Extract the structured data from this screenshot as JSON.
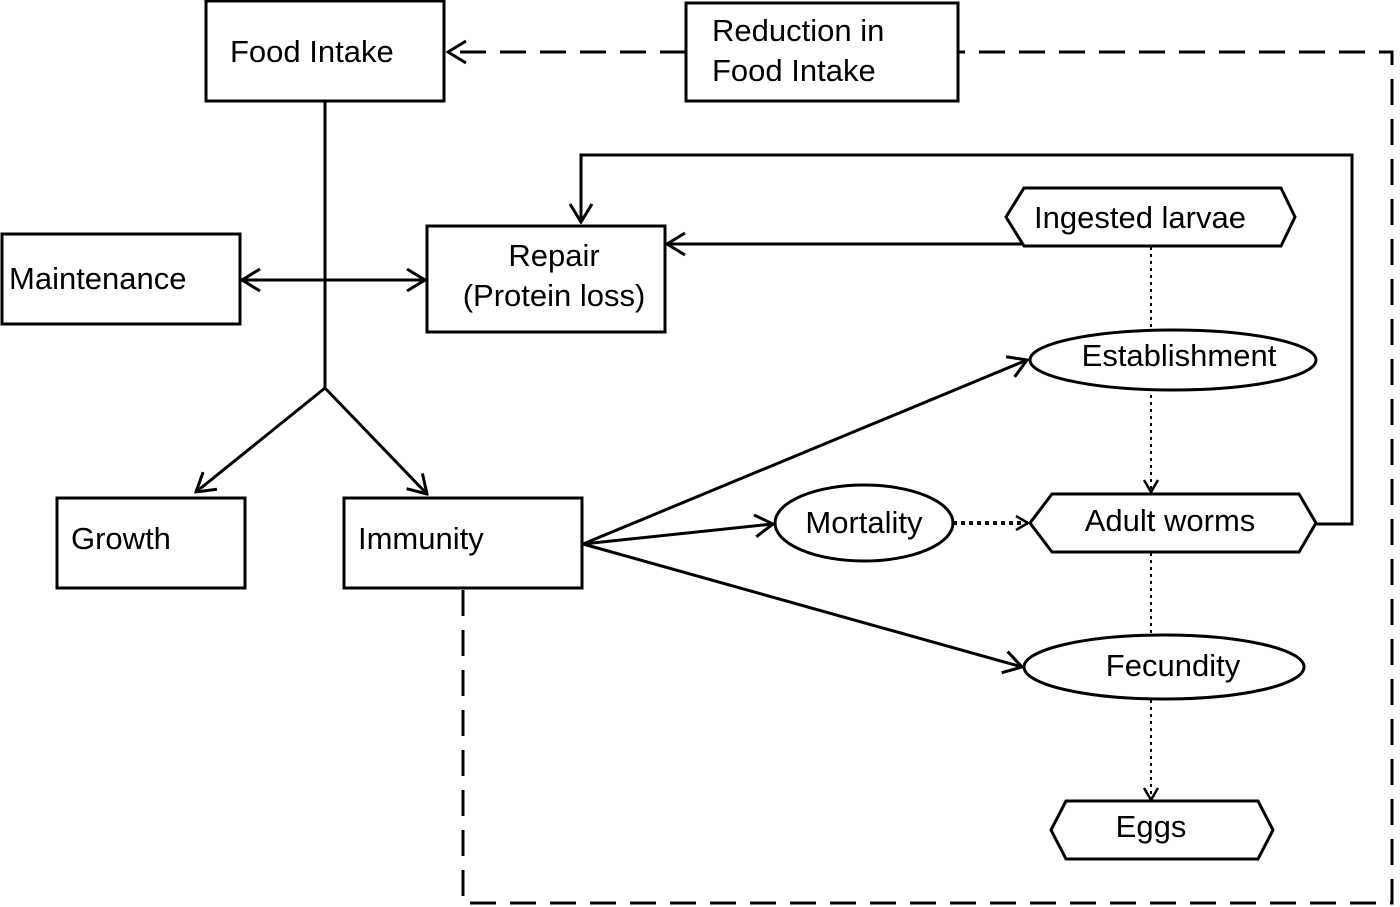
{
  "nodes": {
    "food_intake": "Food Intake",
    "reduction_line1": "Reduction in",
    "reduction_line2": "Food Intake",
    "maintenance": "Maintenance",
    "repair_line1": "Repair",
    "repair_line2": "(Protein loss)",
    "growth": "Growth",
    "immunity": "Immunity",
    "ingested_larvae": "Ingested larvae",
    "establishment": "Establishment",
    "mortality": "Mortality",
    "adult_worms": "Adult worms",
    "fecundity": "Fecundity",
    "eggs": "Eggs"
  }
}
